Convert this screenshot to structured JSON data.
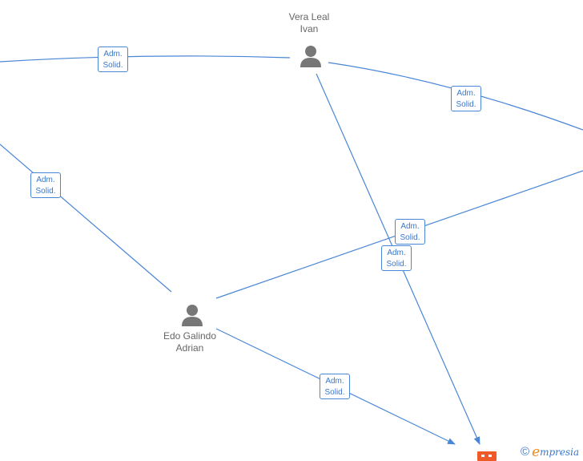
{
  "people": [
    {
      "id": "vera",
      "name_line1": "Vera Leal",
      "name_line2": "Ivan"
    },
    {
      "id": "edo",
      "name_line1": "Edo Galindo",
      "name_line2": "Adrian"
    }
  ],
  "edge_labels": [
    {
      "line1": "Adm.",
      "line2": "Solid."
    },
    {
      "line1": "Adm.",
      "line2": "Solid."
    },
    {
      "line1": "Adm.",
      "line2": "Solid."
    },
    {
      "line1": "Adm.",
      "line2": "Solid."
    },
    {
      "line1": "Adm.",
      "line2": "Solid."
    },
    {
      "line1": "Adm.",
      "line2": "Solid."
    }
  ],
  "brand": {
    "copyright_symbol": "©",
    "logo_initial": "e",
    "logo_rest": "mpresia"
  },
  "colors": {
    "edge": "#4a86d6",
    "label_text": "#3a78cc",
    "person_icon": "#777777",
    "company_icon": "#f05a28",
    "brand_accent": "#f08a24"
  },
  "icons": {
    "person": "person-icon",
    "company": "building-icon"
  }
}
